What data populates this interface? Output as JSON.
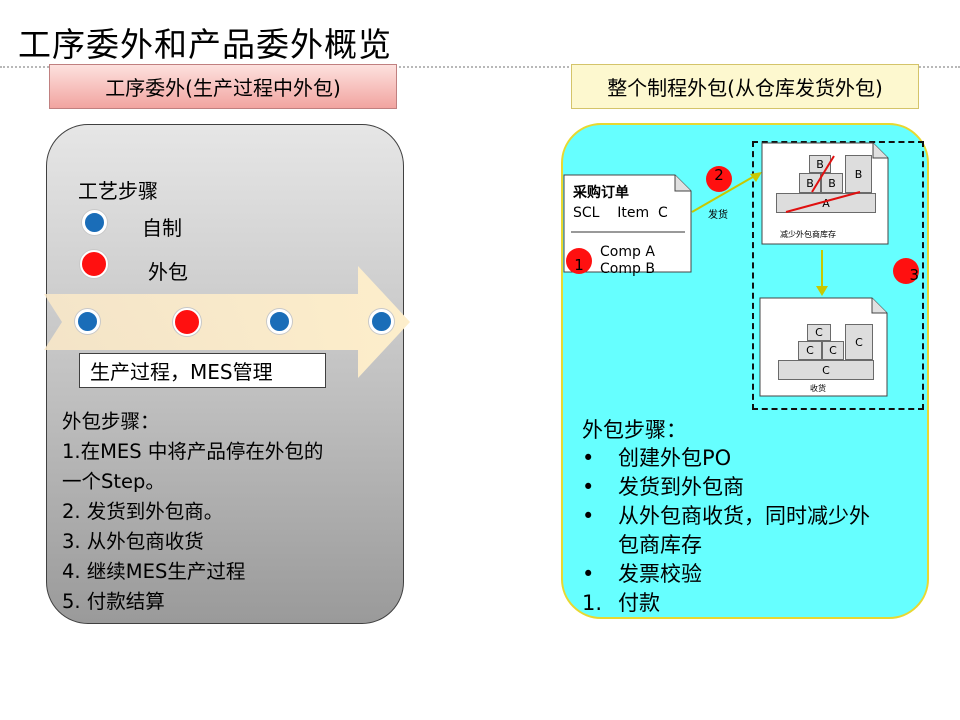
{
  "page": {
    "title": "工序委外和产品委外概览"
  },
  "left": {
    "header": "工序委外(生产过程中外包)",
    "legend_title": "工艺步骤",
    "legend_self": "自制",
    "legend_outsource": "外包",
    "process_label": "生产过程，MES管理",
    "steps": "外包步骤：\n1.在MES 中将产品停在外包的\n一个Step。\n2. 发货到外包商。\n3. 从外包商收货\n4. 继续MES生产过程\n5. 付款结算",
    "colors": {
      "self": "#1a6db8",
      "outsource": "#ff1010"
    }
  },
  "right": {
    "header": "整个制程外包(从仓库发货外包)",
    "po_title": "采购订单",
    "po_line": "SCL    Item  C",
    "po_comp_a": "Comp A",
    "po_comp_b": "Comp B",
    "badge_1": "1",
    "badge_2": "2",
    "badge_3": "3",
    "ship_label": "发货",
    "inventory_label": "减少外包商库存",
    "receive_label": "收货",
    "inv_blocks": {
      "a": "A",
      "b1": "B",
      "b2": "B",
      "b3": "B",
      "b4": "B"
    },
    "recv_blocks": {
      "c1": "C",
      "c2": "C",
      "c3": "C",
      "c4": "C",
      "c5": "C"
    },
    "steps_title": "外包步骤：",
    "steps": [
      {
        "mark": "•",
        "text": "创建外包PO"
      },
      {
        "mark": "•",
        "text": "发货到外包商"
      },
      {
        "mark": "•",
        "text": "从外包商收货，同时减少外"
      },
      {
        "mark": "",
        "text": "包商库存"
      },
      {
        "mark": "•",
        "text": "发票校验"
      },
      {
        "mark": "1.",
        "text": "付款"
      }
    ]
  }
}
